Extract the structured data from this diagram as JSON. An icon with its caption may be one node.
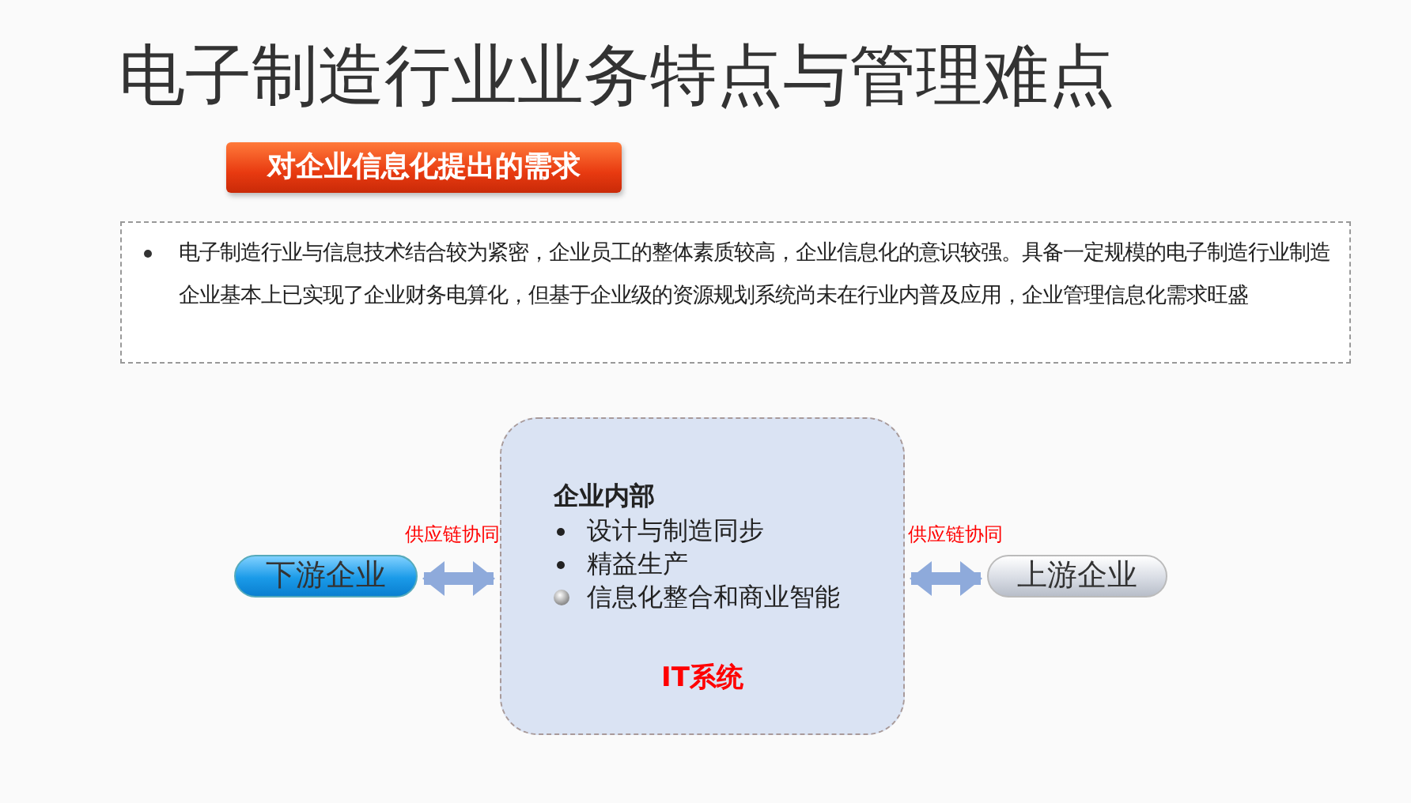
{
  "diagram": {
    "title": "电子制造行业业务特点与管理难点",
    "nodes": [
      {
        "text": [
          "对企业信息化提出的需求"
        ]
      },
      {
        "text": [
          "电子制造行业与信息技术结合较为紧密，企业员工的整体素质较高，企业信息化的意识较强。具备一定规模的电子制造行业制造企业基本上已实现了企业财务电算化，但基于企业级的资源规划系统尚未在行业内普及应用，企业管理信息化需求旺盛"
        ]
      },
      {
        "text": [
          "下游企业"
        ]
      },
      {
        "text": [
          "企业内部",
          "设计与制造同步",
          "精益生产",
          "信息化整合和商业智能",
          "IT系统"
        ]
      },
      {
        "text": [
          "上游企业"
        ]
      }
    ],
    "edges": [
      {
        "from": 2,
        "to": 3,
        "arrow": "both",
        "label": "供应链协同"
      },
      {
        "from": 3,
        "to": 4,
        "arrow": "both",
        "label": "供应链协同"
      }
    ]
  }
}
